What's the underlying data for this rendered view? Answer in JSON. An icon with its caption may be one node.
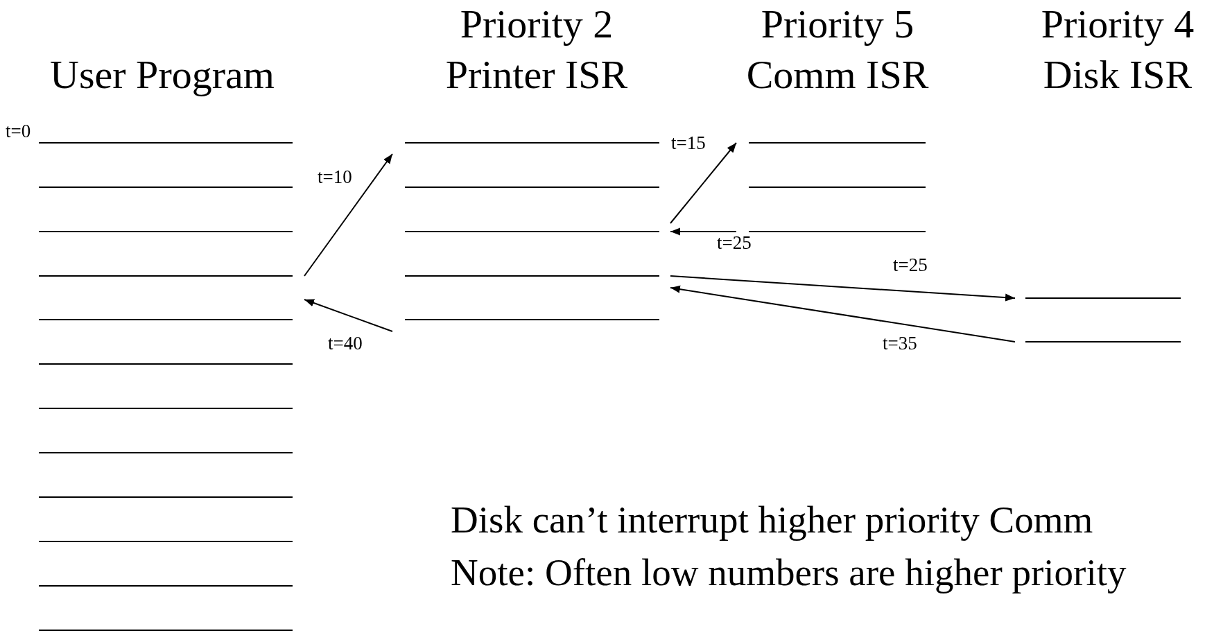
{
  "diagram": {
    "nodes": [
      {
        "text": [
          "User Program"
        ]
      },
      {
        "text": [
          "Priority 2 Printer ISR"
        ]
      },
      {
        "text": [
          "Priority 5 Comm ISR"
        ]
      },
      {
        "text": [
          "Priority 4 Disk ISR"
        ]
      }
    ],
    "edges": [
      {
        "from": 0,
        "to": 1,
        "arrow": "to",
        "label": "t=10"
      },
      {
        "from": 1,
        "to": 2,
        "arrow": "to",
        "label": "t=15"
      },
      {
        "from": 2,
        "to": 1,
        "arrow": "to",
        "label": "t=25"
      },
      {
        "from": 1,
        "to": 3,
        "arrow": "to",
        "label": "t=25"
      },
      {
        "from": 3,
        "to": 1,
        "arrow": "to",
        "label": "t=35"
      },
      {
        "from": 1,
        "to": 0,
        "arrow": "to",
        "label": "t=40"
      }
    ],
    "labels": [
      "t=0",
      "Disk can’t interrupt higher priority Comm",
      "Note: Often low numbers are higher priority"
    ]
  }
}
